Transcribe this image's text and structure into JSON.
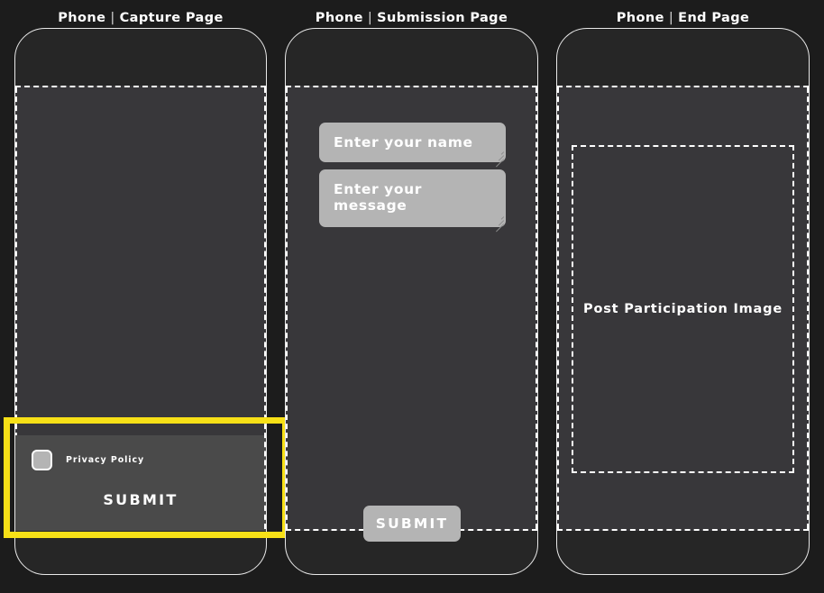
{
  "theme": {
    "background": "#1c1c1c",
    "phone_fill": "#262626",
    "screen_fill": "#38373a",
    "panel_fill": "#4a4a4a",
    "control_fill": "#b4b4b4",
    "outline": "#ffffff",
    "highlight": "#f7e017",
    "text": "#ffffff"
  },
  "panels": [
    {
      "header": {
        "device": "Phone",
        "separator": "|",
        "page": "Capture Page"
      },
      "capture": {
        "privacy_label": "Privacy Policy",
        "submit_label": "SUBMIT",
        "checkbox_checked": false
      }
    },
    {
      "header": {
        "device": "Phone",
        "separator": "|",
        "page": "Submission Page"
      },
      "submission": {
        "name_field": {
          "value": "",
          "placeholder": "Enter your name"
        },
        "message_field": {
          "value": "",
          "placeholder": "Enter your message"
        },
        "submit_label": "SUBMIT"
      }
    },
    {
      "header": {
        "device": "Phone",
        "separator": "|",
        "page": "End Page"
      },
      "end": {
        "image_placeholder_label": "Post Participation Image"
      }
    }
  ]
}
